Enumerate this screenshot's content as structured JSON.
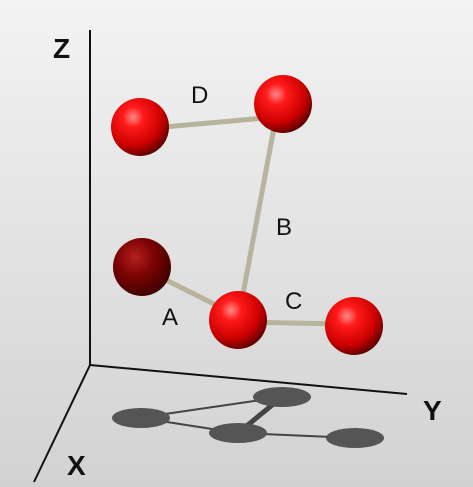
{
  "axes": {
    "z_label": "Z",
    "y_label": "Y",
    "x_label": "X"
  },
  "bonds": [
    {
      "id": "A",
      "label": "A"
    },
    {
      "id": "B",
      "label": "B"
    },
    {
      "id": "C",
      "label": "C"
    },
    {
      "id": "D",
      "label": "D"
    }
  ],
  "colors": {
    "atom": "#d50000",
    "atom_dark": "#6f0000",
    "bond": "#b8b39c",
    "shadow": "#555555",
    "background_top": "#f4f4f4",
    "background_bottom": "#cfcfcf"
  }
}
